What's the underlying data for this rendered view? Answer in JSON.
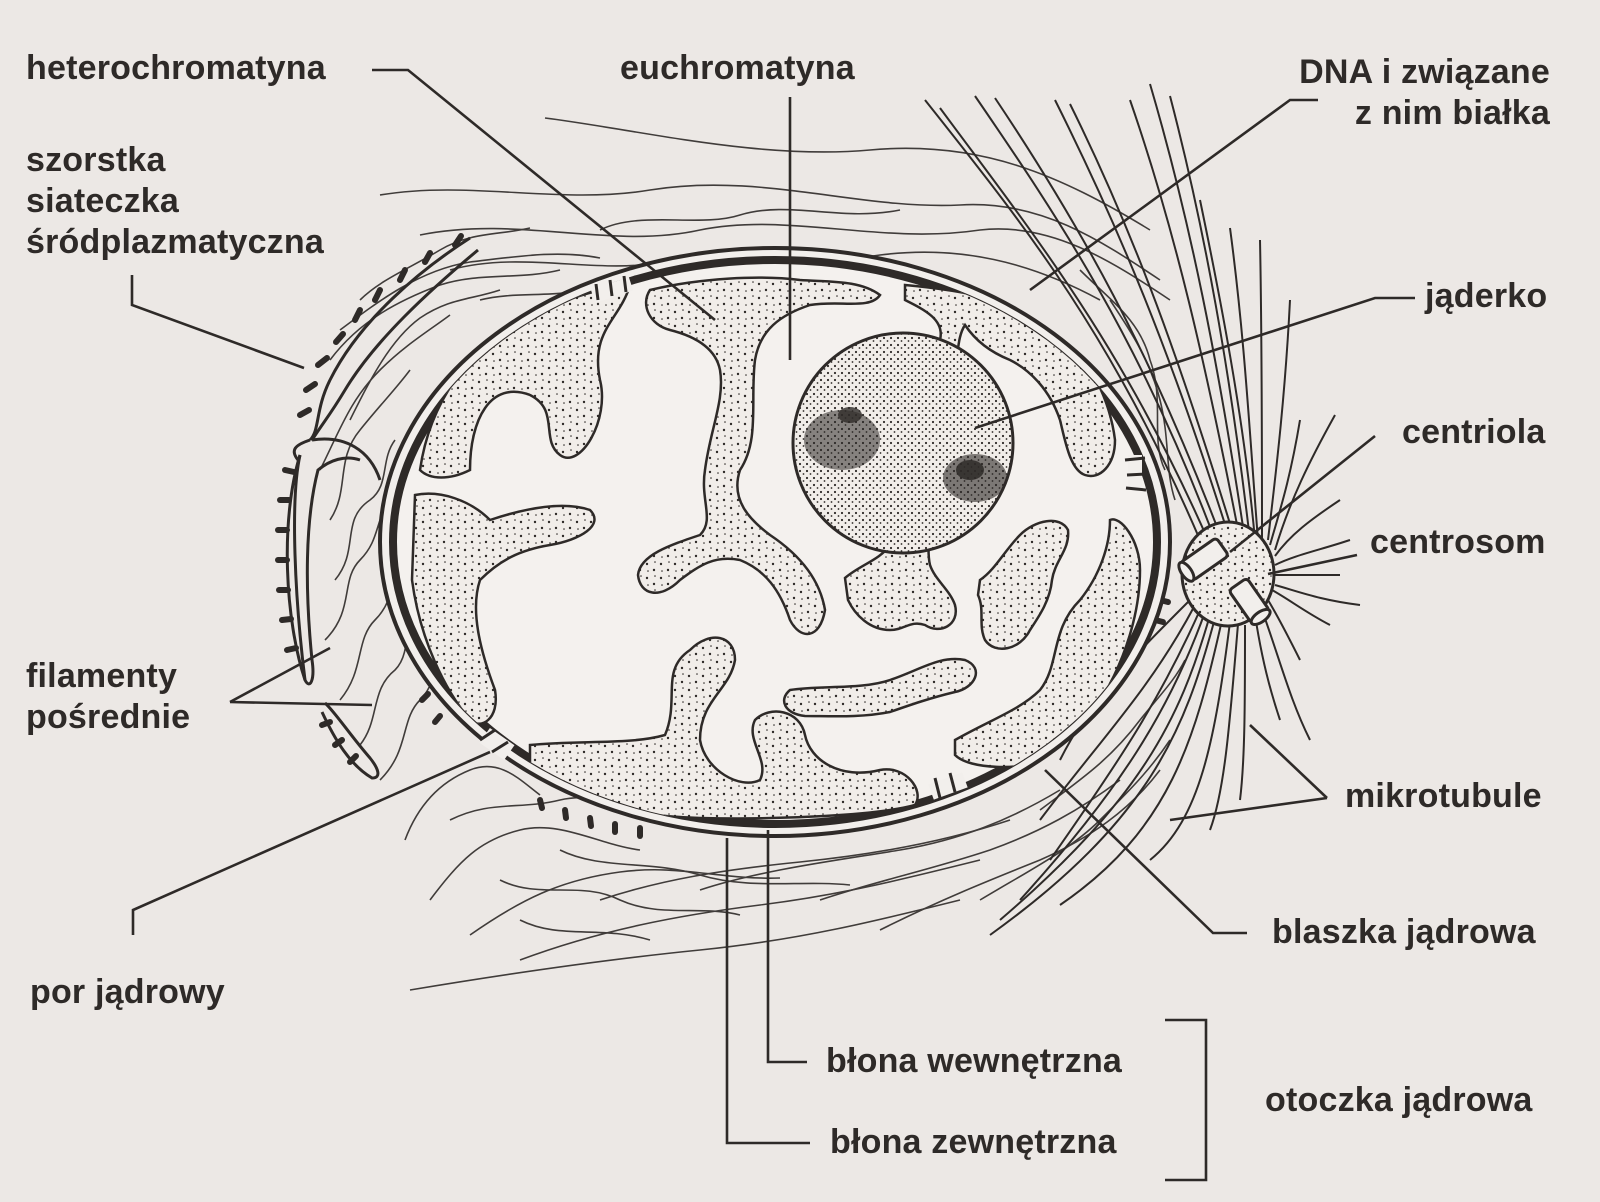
{
  "diagram": {
    "labels": {
      "heterochromatin": "heterochromatyna",
      "euchromatin": "euchromatyna",
      "dna_proteins": [
        "DNA i związane",
        "z nim białka"
      ],
      "rough_er": [
        "szorstka",
        "siateczka",
        "śródplazmatyczna"
      ],
      "nucleolus": "jąderko",
      "centriole": "centriola",
      "centrosome": "centrosom",
      "intermediate_filaments": [
        "filamenty",
        "pośrednie"
      ],
      "microtubules": "mikrotubule",
      "nuclear_lamina": "blaszka jądrowa",
      "nuclear_pore": "por jądrowy",
      "inner_membrane": "błona wewnętrzna",
      "outer_membrane": "błona zewnętrzna",
      "nuclear_envelope": "otoczka jądrowa"
    },
    "colors": {
      "background": "#ece8e5",
      "ink": "#2e2a28",
      "nucleoplasm": "#f2efec",
      "chromatin_fill": "#e2ddd8"
    }
  }
}
